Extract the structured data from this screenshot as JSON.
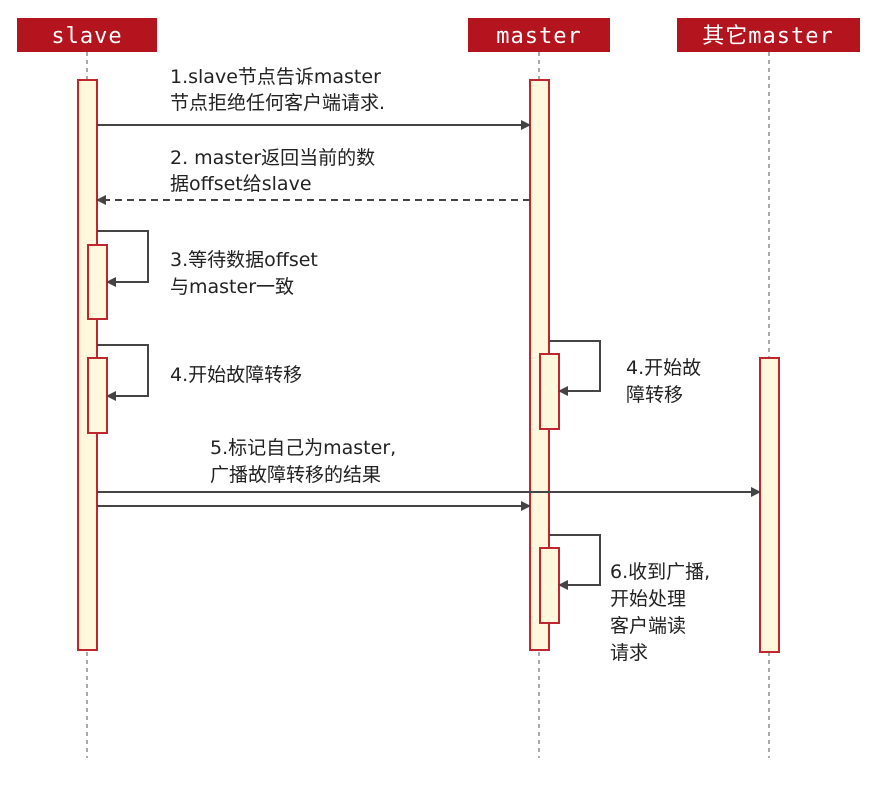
{
  "participants": [
    {
      "id": "slave",
      "label": "slave"
    },
    {
      "id": "master",
      "label": "master"
    },
    {
      "id": "other",
      "label": "其它master"
    }
  ],
  "messages": {
    "m1": [
      "1.slave节点告诉master",
      "节点拒绝任何客户端请求."
    ],
    "m2": [
      "2. master返回当前的数",
      "据offset给slave"
    ],
    "m3": [
      "3.等待数据offset",
      "与master一致"
    ],
    "m4a": [
      "4.开始故障转移"
    ],
    "m4b": [
      "4.开始故",
      "障转移"
    ],
    "m5": [
      "5.标记自己为master,",
      "广播故障转移的结果"
    ],
    "m6": [
      "6.收到广播,",
      "开始处理",
      "客户端读",
      "请求"
    ]
  },
  "colors": {
    "header": "#b3141e",
    "activation_fill": "#fff8dc",
    "activation_stroke": "#c0262e",
    "arrow": "#444444"
  }
}
